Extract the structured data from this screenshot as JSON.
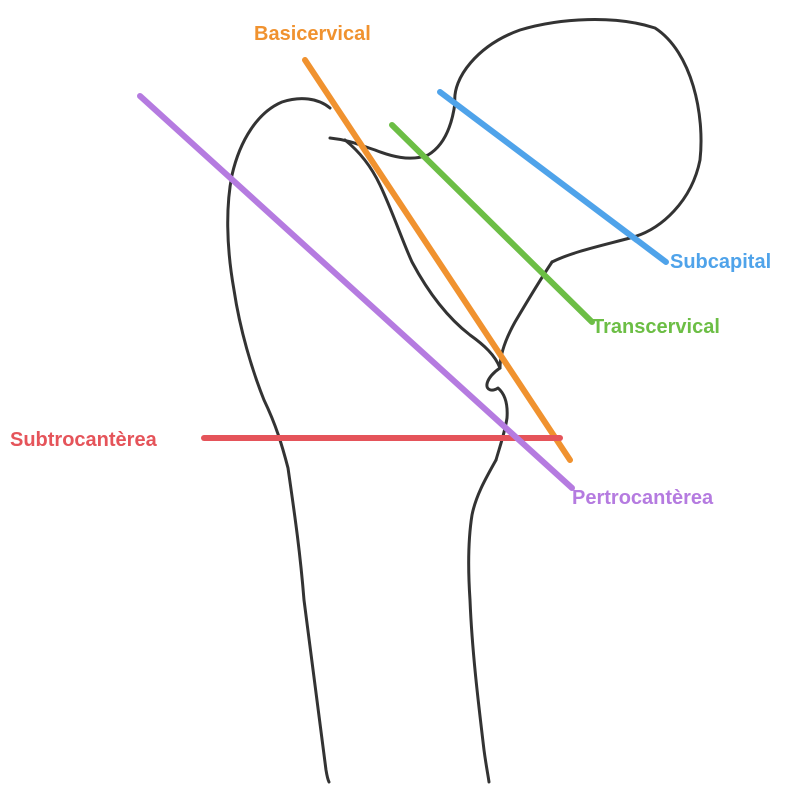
{
  "labels": {
    "basicervical": {
      "text": "Basicervical",
      "color": "#F0922F"
    },
    "subcapital": {
      "text": "Subcapital",
      "color": "#4FA3EA"
    },
    "transcervical": {
      "text": "Transcervical",
      "color": "#6CBE45"
    },
    "subtrocanterea": {
      "text": "Subtrocantèrea",
      "color": "#E5545A"
    },
    "pertrocanterea": {
      "text": "Pertrocantèrea",
      "color": "#B57BE0"
    }
  },
  "outline_color": "#333333"
}
